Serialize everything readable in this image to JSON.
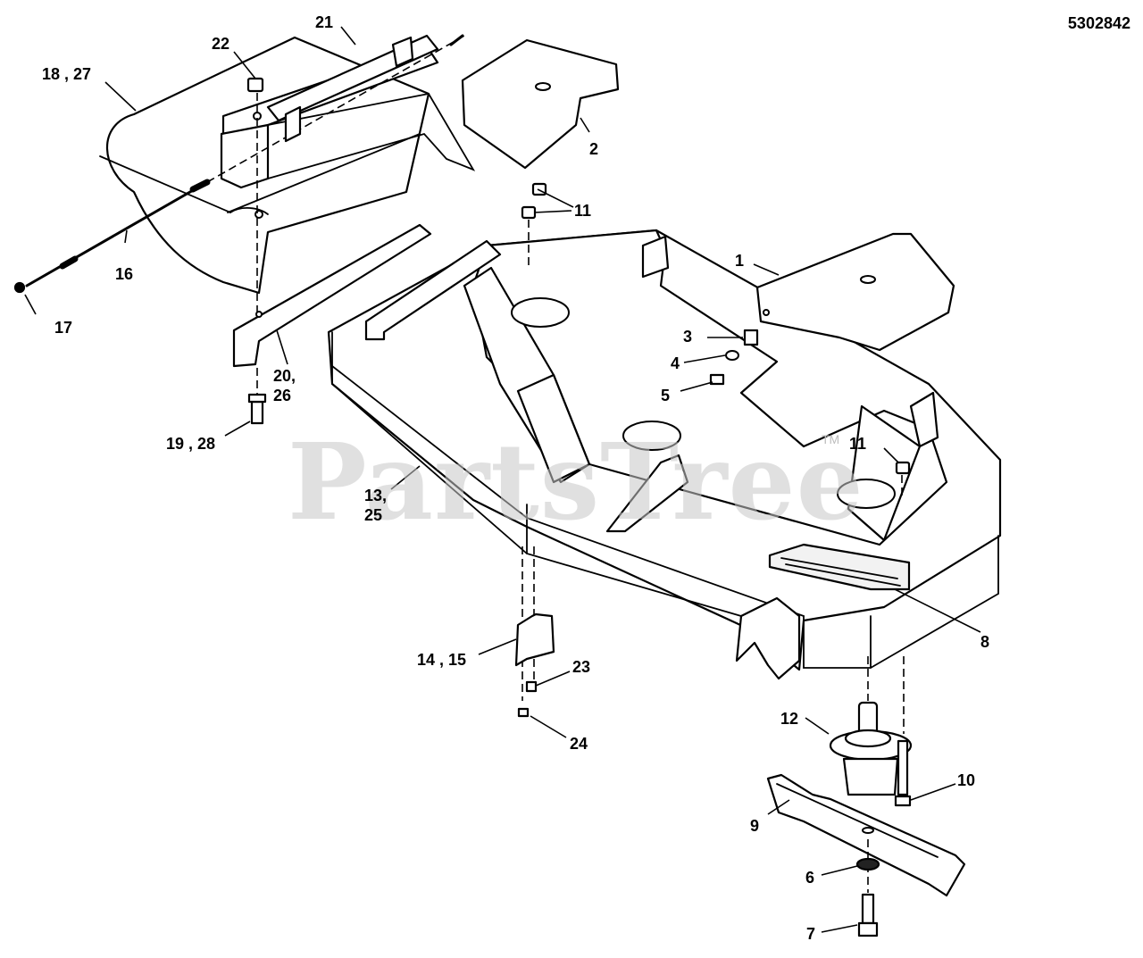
{
  "diagram_id": "5302842",
  "watermark": {
    "text": "PartsTree",
    "tm": "TM",
    "color": "#c8c8c8"
  },
  "callouts": {
    "c1": "1",
    "c2": "2",
    "c3": "3",
    "c4": "4",
    "c5": "5",
    "c6": "6",
    "c7": "7",
    "c8": "8",
    "c9": "9",
    "c10": "10",
    "c11a": "11",
    "c11b": "11",
    "c12": "12",
    "c13": "13,\n25",
    "c14": "14 , 15",
    "c16": "16",
    "c17": "17",
    "c18": "18 , 27",
    "c19": "19 , 28",
    "c20": "20,\n26",
    "c21": "21",
    "c22": "22",
    "c23": "23",
    "c24": "24"
  }
}
